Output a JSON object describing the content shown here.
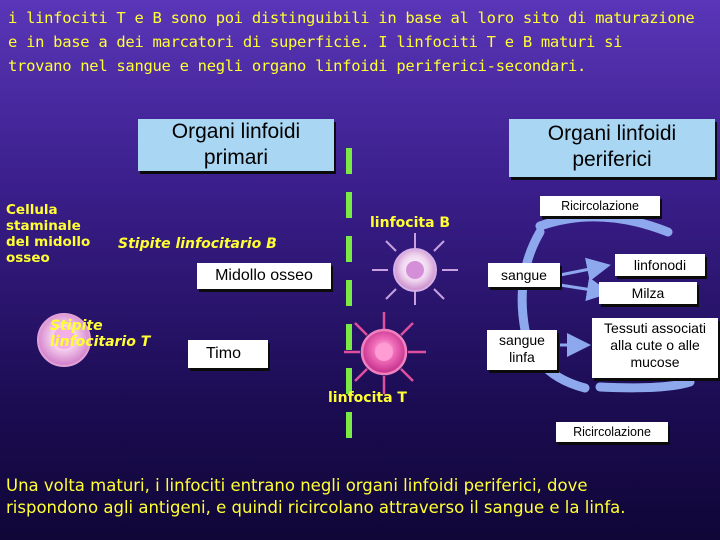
{
  "header": {
    "line1": "i linfociti T e B sono poi distinguibili in base al loro sito di maturazione",
    "line2": "e in base a dei marcatori di superficie.  I linfociti T e B maturi si",
    "line3": "trovano nel sangue e negli organo linfoidi periferici-secondari."
  },
  "primary": {
    "title_l1": "Organi linfoidi",
    "title_l2": "primari",
    "stem_l1": "Cellula",
    "stem_l2": "staminale",
    "stem_l3": "del midollo",
    "stem_l4": "osseo",
    "stipite_b": "Stipite linfocitario B",
    "midollo": "Midollo osseo",
    "stipite_t_l1": "Stipite",
    "stipite_t_l2": "linfocitario T",
    "timo": "Timo"
  },
  "peripheral": {
    "title_l1": "Organi linfoidi",
    "title_l2": "periferici",
    "ricircolazione_top": "Ricircolazione",
    "linfocita_b": "linfocita B",
    "sangue": "sangue",
    "linfonodi": "linfonodi",
    "milza": "Milza",
    "sangue_linfa_l1": "sangue",
    "sangue_linfa_l2": "linfa",
    "tessuti_l1": "Tessuti associati",
    "tessuti_l2": "alla cute o alle",
    "tessuti_l3": "mucose",
    "linfocita_t": "linfocita T",
    "ricircolazione_bottom": "Ricircolazione"
  },
  "footer": {
    "line1": "Una volta maturi, i linfociti entrano negli organi linfoidi periferici, dove",
    "line2": "rispondono agli antigeni, e quindi ricircolano attraverso il sangue e la linfa."
  },
  "colors": {
    "text_yellow": "#ffff33",
    "box_blue": "#a9d6f2",
    "divider_green": "#7bea45",
    "arrow_blue": "#8ea8ee"
  }
}
